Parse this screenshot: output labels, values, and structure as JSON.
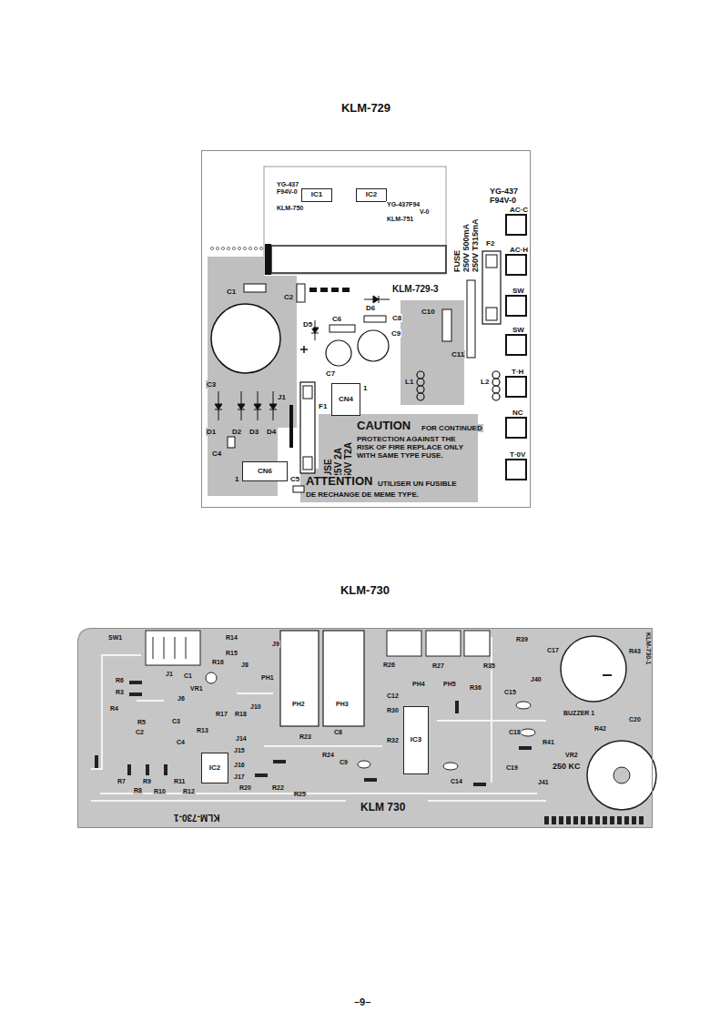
{
  "diagram": {
    "nodes": [
      {
        "text": [
          "KLM-729"
        ]
      },
      {
        "text": [
          "IC1"
        ],
        "in": 0
      },
      {
        "text": [
          "IC2"
        ],
        "in": 0
      },
      {
        "text": [
          "CN4"
        ],
        "in": 0
      },
      {
        "text": [
          "CN6"
        ],
        "in": 0
      },
      {
        "text": [
          "KLM-730"
        ]
      },
      {
        "text": [
          "IC2"
        ],
        "in": 5
      },
      {
        "text": [
          "IC3"
        ],
        "in": 5
      }
    ],
    "labels": [
      "YG-437",
      "F94V-0",
      "KLM-750",
      "YG-437F94",
      "V-0",
      "KLM-751",
      "YG-437",
      "F94V-0",
      "FUSE",
      "250V 500mA",
      "250V T315mA",
      "F2",
      "AC·C",
      "AC·H",
      "SW",
      "SW",
      "T·H",
      "NC",
      "T·0V",
      "KLM-729-3",
      "C1",
      "C2",
      "C3",
      "C4",
      "C5",
      "C6",
      "C7",
      "C8",
      "C9",
      "C10",
      "C11",
      "D1",
      "D2",
      "D3",
      "D4",
      "D5",
      "D6",
      "J1",
      "F1",
      "L1",
      "L2",
      "1",
      "1",
      "FUSE",
      "125V 2A",
      "250V T2A",
      "CAUTION",
      "FOR CONTINUED",
      "PROTECTION AGAINST THE RISK OF FIRE REPLACE ONLY WITH SAME TYPE FUSE.",
      "ATTENTION",
      "UTILISER UN FUSIBLE",
      "DE RECHANGE DE MEME TYPE.",
      "SW1",
      "R14",
      "R15",
      "R16",
      "J9",
      "J8",
      "R6",
      "R3",
      "R4",
      "R5",
      "C2",
      "J1",
      "C1",
      "VR1",
      "J6",
      "C3",
      "R13",
      "C4",
      "J14",
      "J15",
      "J16",
      "J17",
      "R17",
      "R18",
      "J10",
      "PH1",
      "PH2",
      "PH3",
      "R20",
      "R22",
      "R25",
      "R23",
      "R24",
      "C8",
      "C9",
      "R26",
      "R27",
      "PH4",
      "PH5",
      "R36",
      "R35",
      "R39",
      "C17",
      "R43",
      "C12",
      "R30",
      "R32",
      "C14",
      "C15",
      "C18",
      "C19",
      "R41",
      "R42",
      "J40",
      "J41",
      "BUZZER 1",
      "C20",
      "VR2",
      "250 KC",
      "R7",
      "R8",
      "R9",
      "R10",
      "R11",
      "R12",
      "KLM 730",
      "KLM-730-1",
      "KLM-730-1",
      "–9–"
    ]
  }
}
